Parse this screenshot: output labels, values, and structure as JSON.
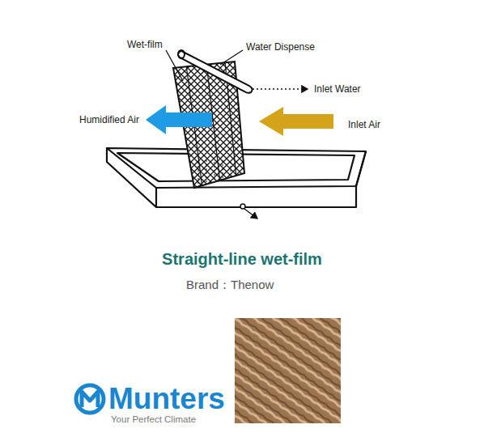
{
  "diagram": {
    "title": "Straight-line wet-film",
    "labels": [
      "Water Dispense",
      "Wet-film",
      "Inlet Water",
      "Humidified Air",
      "Inlet Air",
      "Brand：Thenow",
      "Munters",
      "Your Perfect Climate"
    ]
  }
}
